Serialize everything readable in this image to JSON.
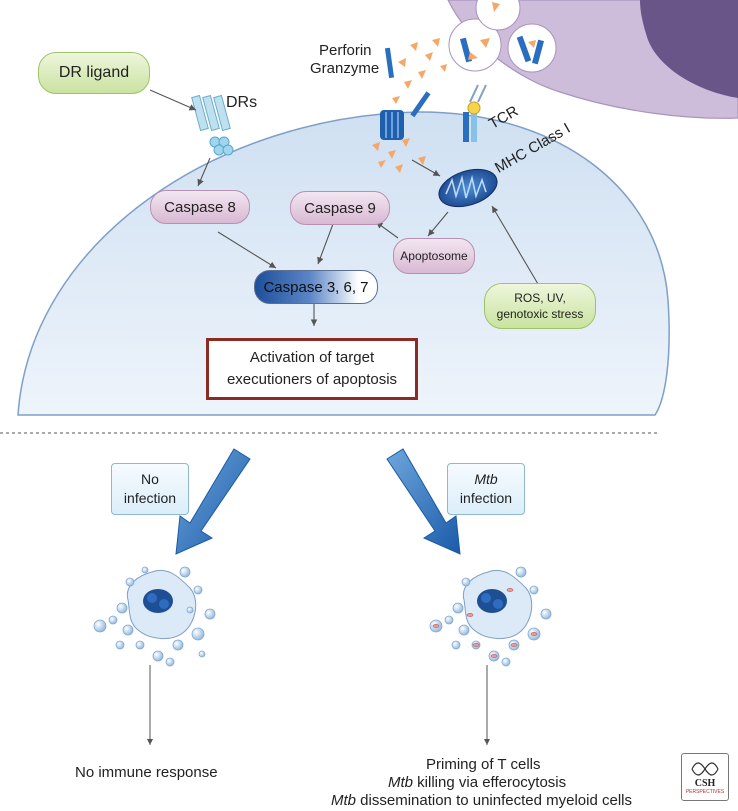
{
  "labels": {
    "dr_ligand": "DR ligand",
    "drs": "DRs",
    "perforin": "Perforin",
    "granzyme": "Granzyme",
    "tcr": "TCR",
    "mhc": "MHC Class I",
    "caspase8": "Caspase 8",
    "caspase9": "Caspase 9",
    "caspase367": "Caspase 3, 6, 7",
    "apoptosome": "Apoptosome",
    "stress_line1": "ROS, UV,",
    "stress_line2": "genotoxic stress",
    "exec_line1": "Activation of target",
    "exec_line2": "executioners of apoptosis"
  },
  "branches": {
    "left": {
      "box_line1": "No",
      "box_line2": "infection",
      "outcome": "No immune response"
    },
    "right": {
      "box_italic": "Mtb",
      "box_line2": "infection",
      "outcome1": "Priming of T cells",
      "outcome2_italic": "Mtb",
      "outcome2_rest": " killing via efferocytosis",
      "outcome3_italic": "Mtb",
      "outcome3_rest": " dissemination to uninfected myeloid cells"
    }
  },
  "logo": {
    "line1": "CSH",
    "line2": "PERSPECTIVES"
  },
  "colors": {
    "cell_fill": "#dce9f6",
    "cell_edge": "#7f9fc5",
    "tcell_fill": "#cdbdda",
    "tcell_nucleus": "#6a5589",
    "arrow_blue": "#1e63b4",
    "exec_border": "#8b2b22",
    "granzyme_orange": "#f3a86a"
  }
}
